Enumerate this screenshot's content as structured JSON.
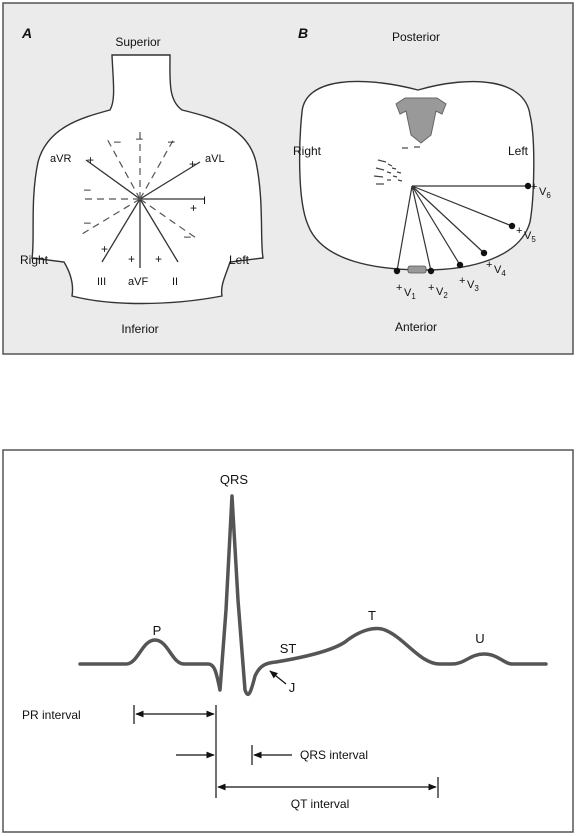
{
  "figure_a": {
    "panel_label": "A",
    "orientation": {
      "top": "Superior",
      "bottom": "Inferior",
      "left": "Right",
      "right": "Left"
    },
    "lead_labels": [
      "aVR",
      "aVL",
      "I",
      "III",
      "aVF",
      "II"
    ],
    "signs": {
      "plus": "+",
      "minus": "–"
    }
  },
  "figure_b": {
    "panel_label": "B",
    "orientation": {
      "top": "Posterior",
      "bottom": "Anterior",
      "left": "Right",
      "right": "Left"
    },
    "precordial_leads": [
      {
        "label": "V",
        "sub": "1"
      },
      {
        "label": "V",
        "sub": "2"
      },
      {
        "label": "V",
        "sub": "3"
      },
      {
        "label": "V",
        "sub": "4"
      },
      {
        "label": "V",
        "sub": "5"
      },
      {
        "label": "V",
        "sub": "6"
      }
    ]
  },
  "ecg": {
    "waves": {
      "qrs": "QRS",
      "p": "P",
      "st": "ST",
      "t": "T",
      "u": "U",
      "j": "J"
    },
    "intervals": {
      "pr": "PR interval",
      "qrs": "QRS interval",
      "qt": "QT interval"
    }
  },
  "colors": {
    "panel_bg": "#ebebeb",
    "panel_border": "#555555",
    "trace": "#555555",
    "spine": "#999999"
  }
}
